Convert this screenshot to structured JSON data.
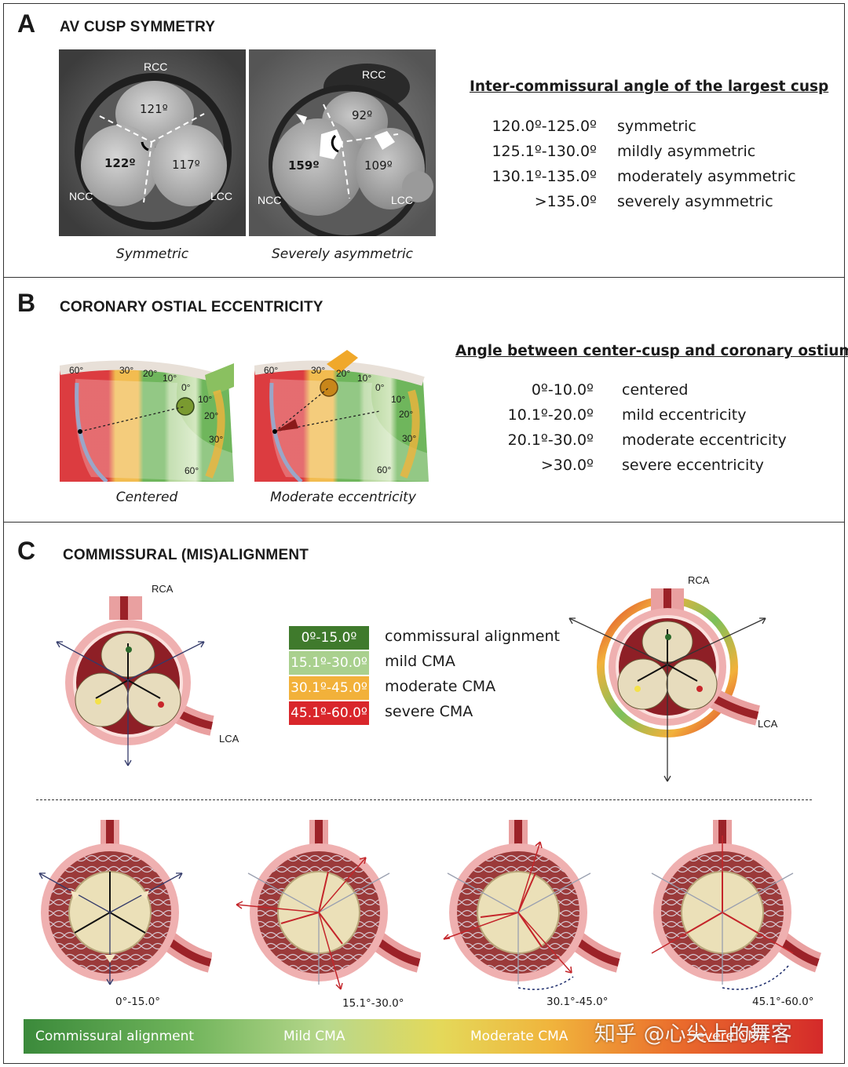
{
  "panel_a": {
    "letter": "A",
    "title": "AV CUSP SYMMETRY",
    "images": [
      {
        "caption": "Symmetric",
        "labels": {
          "top": "RCC",
          "left": "NCC",
          "right": "LCC"
        },
        "angles": {
          "top": "121º",
          "left": "122º",
          "right": "117º"
        }
      },
      {
        "caption": "Severely asymmetric",
        "labels": {
          "top": "RCC",
          "left": "NCC",
          "right": "LCC"
        },
        "angles": {
          "top": "92º",
          "left": "159º",
          "right": "109º"
        }
      }
    ],
    "table": {
      "heading": "Inter-commissural angle of the largest cusp",
      "rows": [
        {
          "range": "120.0º-125.0º",
          "label": "symmetric"
        },
        {
          "range": "125.1º-130.0º",
          "label": "mildly asymmetric"
        },
        {
          "range": "130.1º-135.0º",
          "label": "moderately asymmetric"
        },
        {
          "range": ">135.0º",
          "label": "severely asymmetric"
        }
      ]
    }
  },
  "panel_b": {
    "letter": "B",
    "title": "CORONARY OSTIAL ECCENTRICITY",
    "scale_labels": [
      "60°",
      "30°",
      "20°",
      "10°",
      "0°",
      "10°",
      "20°",
      "30°",
      "60°"
    ],
    "images": [
      {
        "caption": "Centered"
      },
      {
        "caption": "Moderate eccentricity"
      }
    ],
    "table": {
      "heading": "Angle between center-cusp and coronary ostium",
      "rows": [
        {
          "range": "0º-10.0º",
          "label": "centered"
        },
        {
          "range": "10.1º-20.0º",
          "label": "mild eccentricity"
        },
        {
          "range": "20.1º-30.0º",
          "label": "moderate eccentricity"
        },
        {
          "range": ">30.0º",
          "label": "severe eccentricity"
        }
      ]
    }
  },
  "panel_c": {
    "letter": "C",
    "title": "COMMISSURAL (MIS)ALIGNMENT",
    "vessel_labels": {
      "rca": "RCA",
      "lca": "LCA"
    },
    "legend": [
      {
        "range": "0º-15.0º",
        "label": "commissural alignment",
        "color": "#3f7a2c"
      },
      {
        "range": "15.1º-30.0º",
        "label": "mild CMA",
        "color": "#a9d08e"
      },
      {
        "range": "30.1º-45.0º",
        "label": "moderate CMA",
        "color": "#f2b13a"
      },
      {
        "range": "45.1º-60.0º",
        "label": "severe CMA",
        "color": "#d9262b"
      }
    ],
    "diagrams": [
      {
        "label": "0°-15.0°"
      },
      {
        "label": "15.1°-30.0°"
      },
      {
        "label": "30.1°-45.0°"
      },
      {
        "label": "45.1°-60.0°"
      }
    ],
    "bar_labels": [
      "Commissural alignment",
      "Mild CMA",
      "Moderate CMA",
      "Severe CMA"
    ]
  },
  "watermark": "知乎 @心尖上的舞客"
}
